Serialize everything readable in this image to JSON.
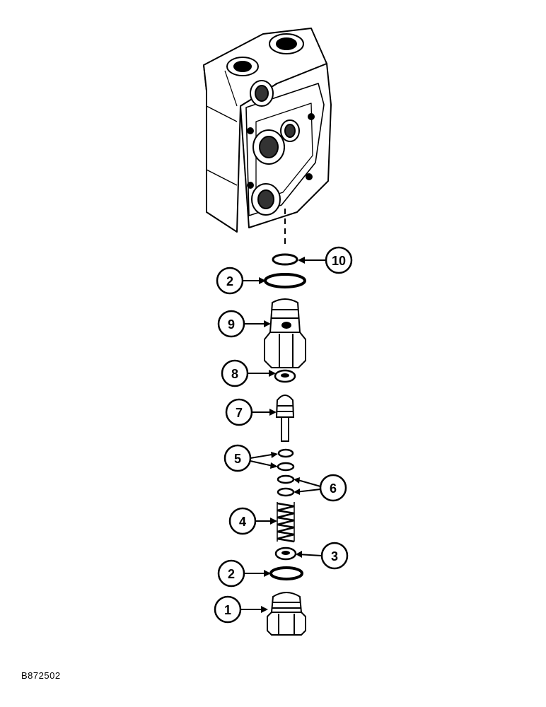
{
  "figure_id": "B872502",
  "callouts": [
    {
      "label": "10",
      "part": "o-ring-small"
    },
    {
      "label": "2",
      "part": "o-ring-upper"
    },
    {
      "label": "9",
      "part": "valve-body"
    },
    {
      "label": "8",
      "part": "seat-washer"
    },
    {
      "label": "7",
      "part": "poppet"
    },
    {
      "label": "5",
      "part": "shim-washers-upper"
    },
    {
      "label": "6",
      "part": "shim-washers-lower"
    },
    {
      "label": "4",
      "part": "spring"
    },
    {
      "label": "3",
      "part": "spring-seat"
    },
    {
      "label": "2",
      "part": "o-ring-lower"
    },
    {
      "label": "1",
      "part": "plug"
    }
  ]
}
